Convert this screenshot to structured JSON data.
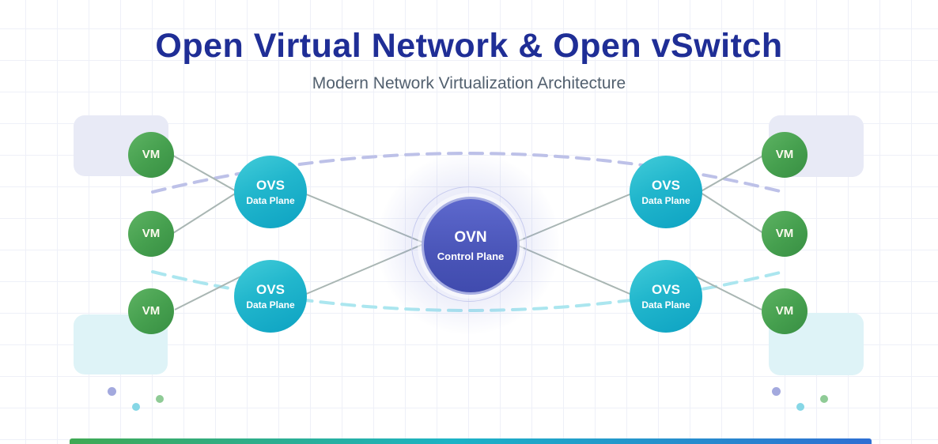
{
  "header": {
    "title": "Open Virtual Network & Open vSwitch",
    "subtitle": "Modern Network Virtualization Architecture"
  },
  "diagram": {
    "ovn": {
      "id": "ovn",
      "title": "OVN",
      "subtitle": "Control Plane"
    },
    "ovs_nodes": [
      {
        "id": "ovs-left-top",
        "title": "OVS",
        "subtitle": "Data Plane"
      },
      {
        "id": "ovs-left-bottom",
        "title": "OVS",
        "subtitle": "Data Plane"
      },
      {
        "id": "ovs-right-top",
        "title": "OVS",
        "subtitle": "Data Plane"
      },
      {
        "id": "ovs-right-bottom",
        "title": "OVS",
        "subtitle": "Data Plane"
      }
    ],
    "vm_nodes": [
      {
        "id": "vm-left-1",
        "label": "VM"
      },
      {
        "id": "vm-left-2",
        "label": "VM"
      },
      {
        "id": "vm-left-3",
        "label": "VM"
      },
      {
        "id": "vm-right-1",
        "label": "VM"
      },
      {
        "id": "vm-right-2",
        "label": "VM"
      },
      {
        "id": "vm-right-3",
        "label": "VM"
      }
    ],
    "connections": [
      {
        "from": "vm-left-1",
        "to": "ovs-left-top"
      },
      {
        "from": "vm-left-2",
        "to": "ovs-left-top"
      },
      {
        "from": "vm-left-3",
        "to": "ovs-left-bottom"
      },
      {
        "from": "ovs-left-top",
        "to": "ovn"
      },
      {
        "from": "ovs-left-bottom",
        "to": "ovn"
      },
      {
        "from": "ovn",
        "to": "ovs-right-top"
      },
      {
        "from": "ovn",
        "to": "ovs-right-bottom"
      },
      {
        "from": "ovs-right-top",
        "to": "vm-right-1"
      },
      {
        "from": "ovs-right-top",
        "to": "vm-right-2"
      },
      {
        "from": "vm-right-3",
        "to": "ovs-right-bottom"
      }
    ],
    "overlay_links": [
      {
        "position": "top",
        "style": "dashed",
        "color": "#bdc1e8"
      },
      {
        "position": "bottom",
        "style": "dashed",
        "color": "#abe6ef"
      }
    ]
  },
  "colors": {
    "title": "#1f2e96",
    "subtitle": "#52606f",
    "vm_node": "#46a04f",
    "ovs_node": "#18b0c9",
    "ovn_node": "#4a55b8",
    "solid_line": "#a9b6b3",
    "dashed_top": "#bdc1e8",
    "dashed_bottom": "#abe6ef",
    "accent_bar": "#3fa953 → #1cb3c6 → #2e6fd3"
  }
}
